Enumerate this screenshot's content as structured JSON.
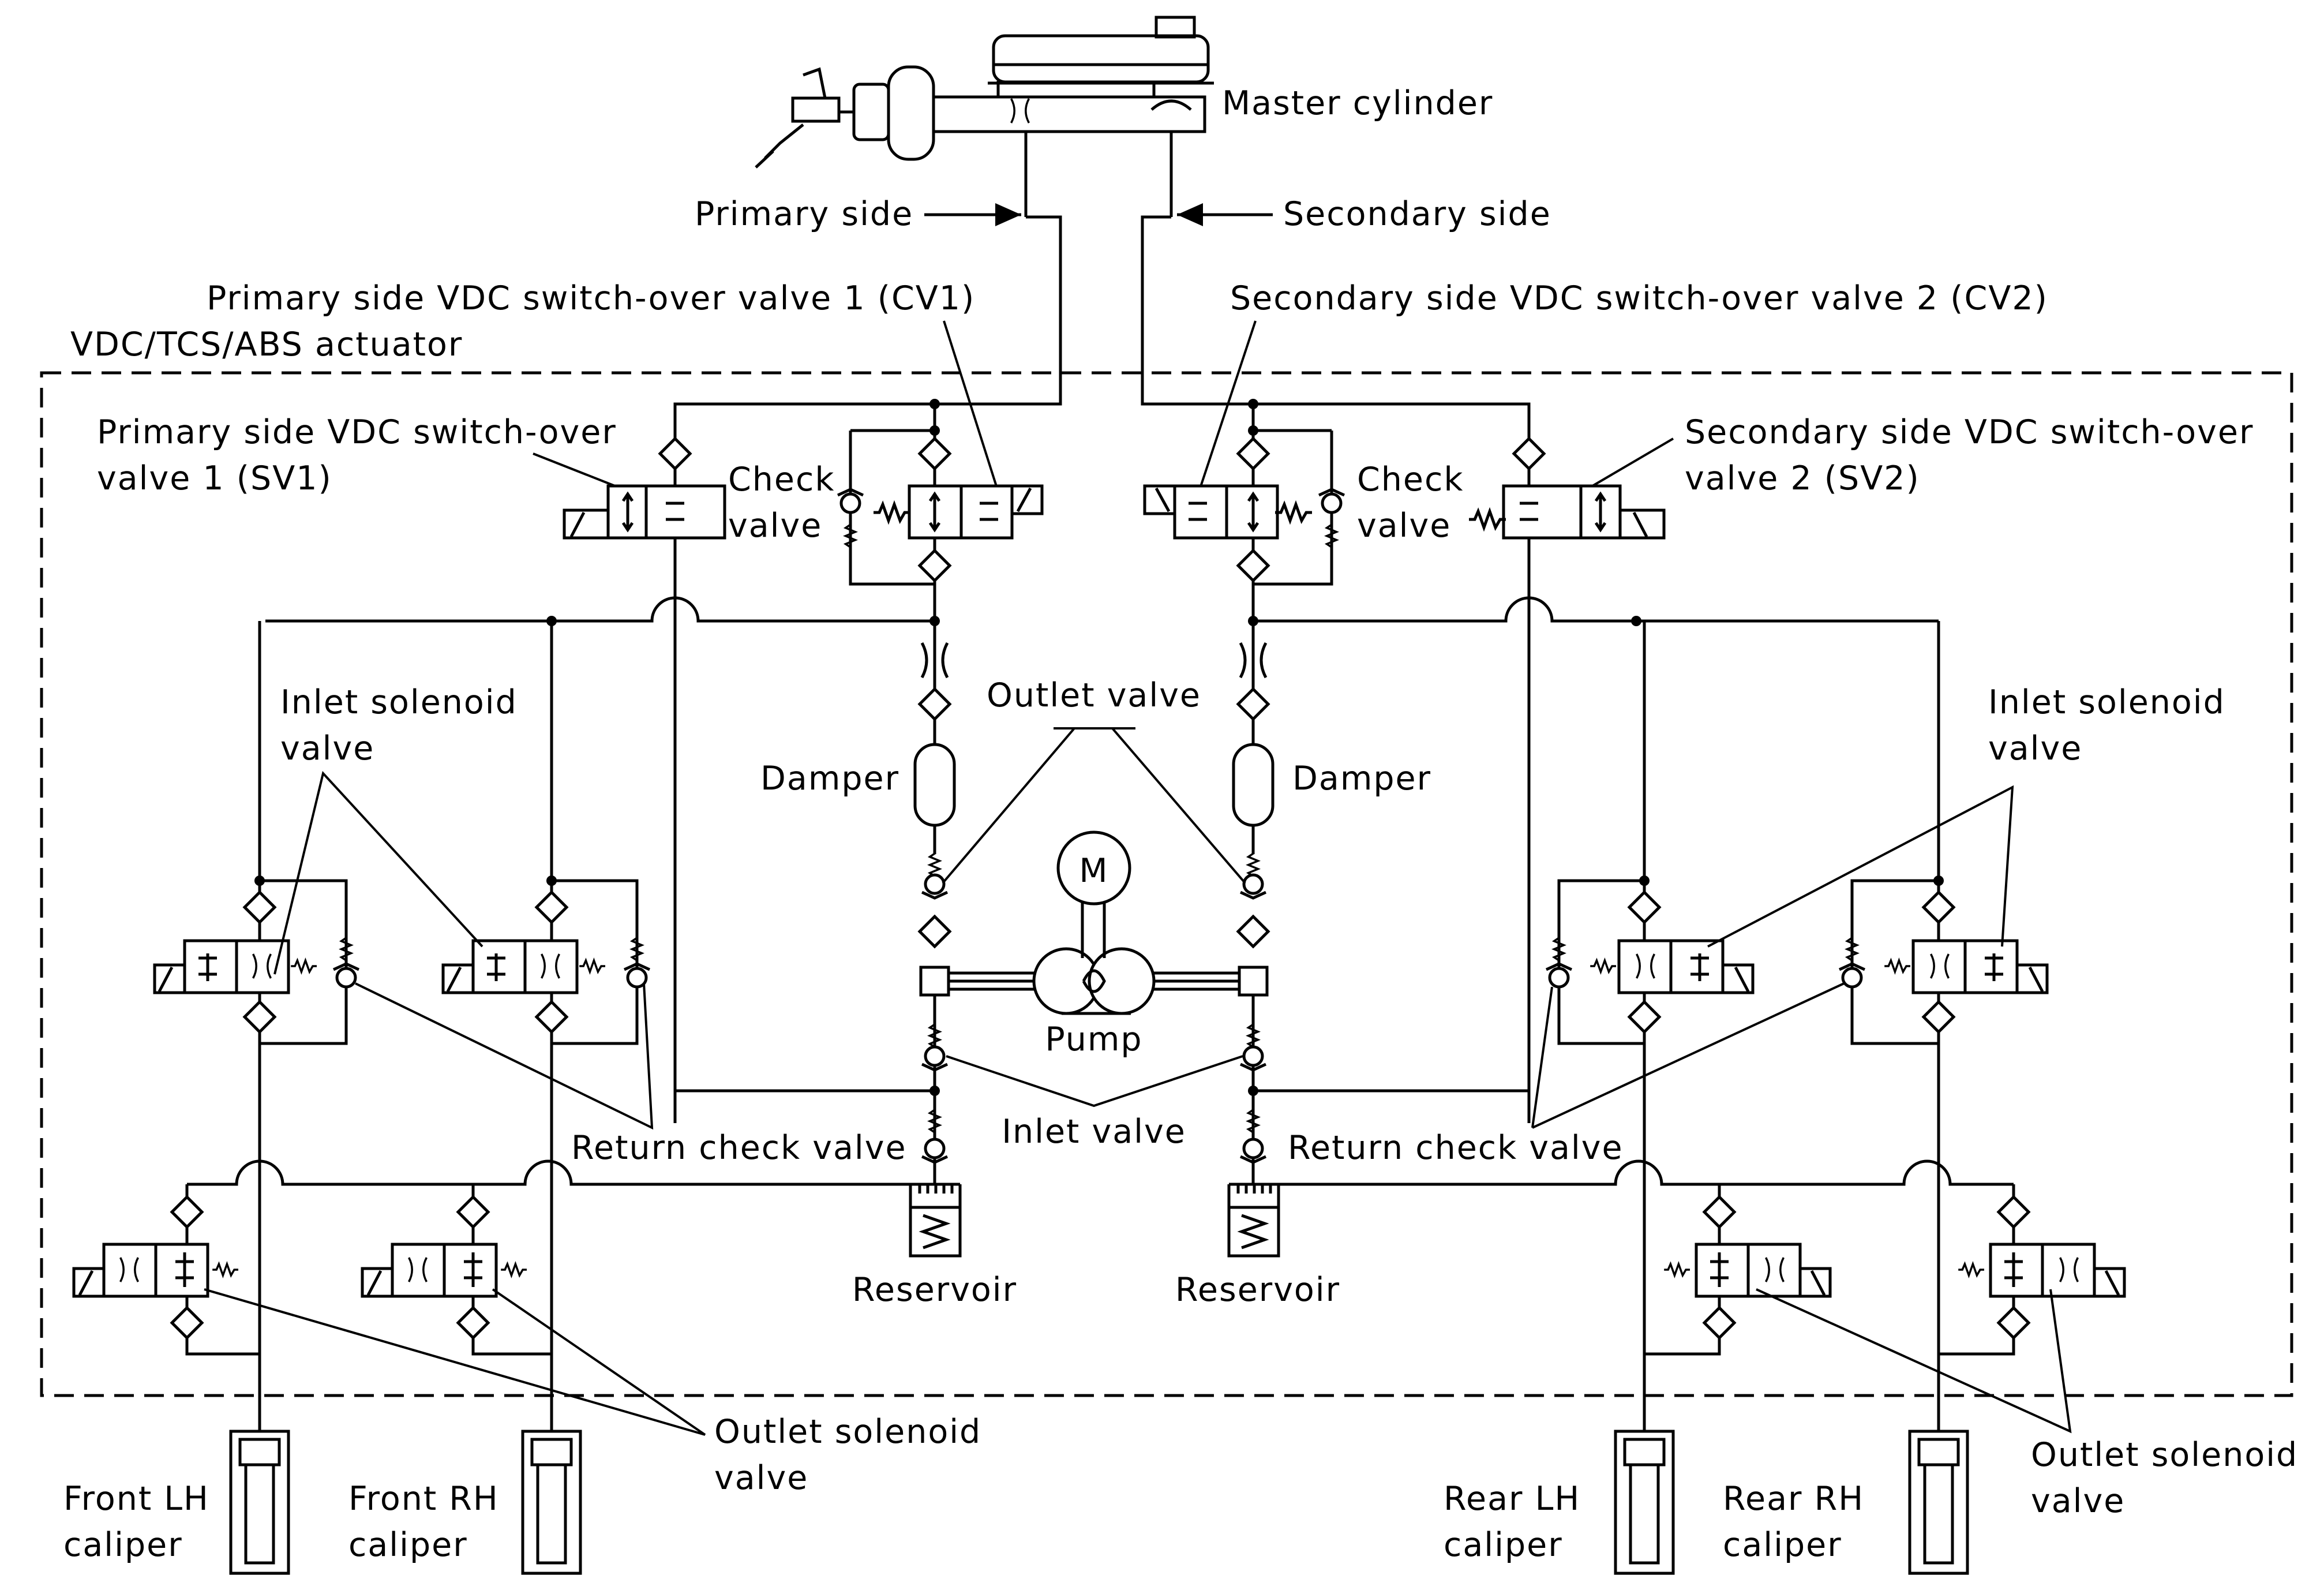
{
  "labels": {
    "master_cylinder": "Master cylinder",
    "primary_side": "Primary side",
    "secondary_side": "Secondary side",
    "cv1": "Primary side VDC switch-over valve 1 (CV1)",
    "cv2": "Secondary side VDC switch-over valve 2 (CV2)",
    "actuator": "VDC/TCS/ABS actuator",
    "sv1_line1": "Primary side VDC switch-over",
    "sv1_line2": "valve 1 (SV1)",
    "sv2_line1": "Secondary side VDC switch-over",
    "sv2_line2": "valve 2 (SV2)",
    "check_l_1": "Check",
    "check_l_2": "valve",
    "check_r_1": "Check",
    "check_r_2": "valve",
    "inlet_sol_l_1": "Inlet solenoid",
    "inlet_sol_l_2": "valve",
    "inlet_sol_r_1": "Inlet solenoid",
    "inlet_sol_r_2": "valve",
    "outlet_valve": "Outlet valve",
    "damper_l": "Damper",
    "damper_r": "Damper",
    "pump_motor": "M",
    "pump": "Pump",
    "inlet_valve": "Inlet valve",
    "return_check_l": "Return check valve",
    "return_check_r": "Return check valve",
    "reservoir_l": "Reservoir",
    "reservoir_r": "Reservoir",
    "outlet_sol_l_1": "Outlet solenoid",
    "outlet_sol_l_2": "valve",
    "outlet_sol_r_1": "Outlet solenoid",
    "outlet_sol_r_2": "valve",
    "front_lh_1": "Front LH",
    "front_lh_2": "caliper",
    "front_rh_1": "Front RH",
    "front_rh_2": "caliper",
    "rear_lh_1": "Rear  LH",
    "rear_lh_2": "caliper",
    "rear_rh_1": "Rear  RH",
    "rear_rh_2": "caliper"
  }
}
